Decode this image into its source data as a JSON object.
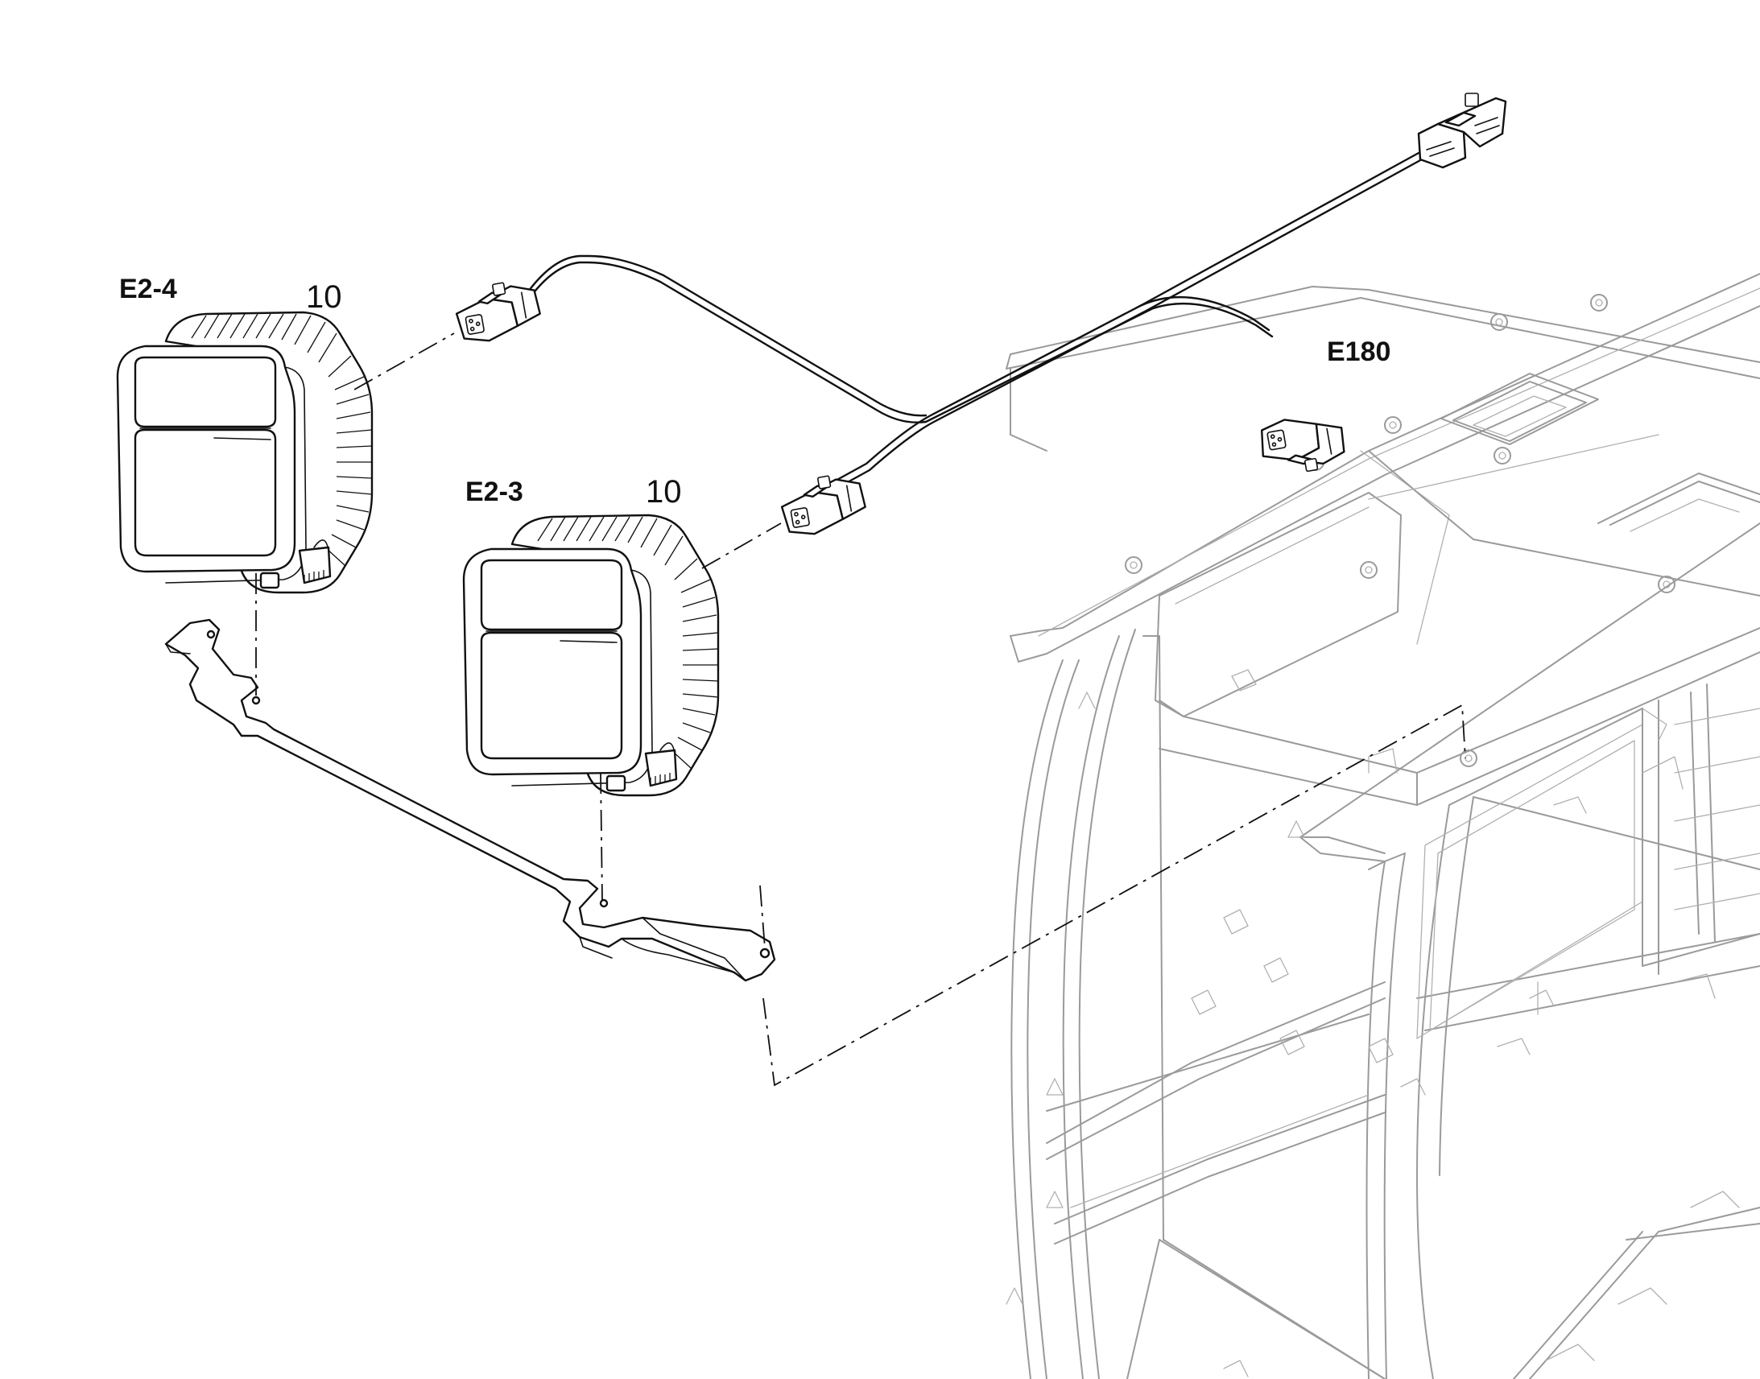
{
  "labels": {
    "lamp_upper_code": "E2-4",
    "lamp_upper_item": "10",
    "lamp_lower_code": "E2-3",
    "lamp_lower_item": "10",
    "connector_code": "E180"
  }
}
